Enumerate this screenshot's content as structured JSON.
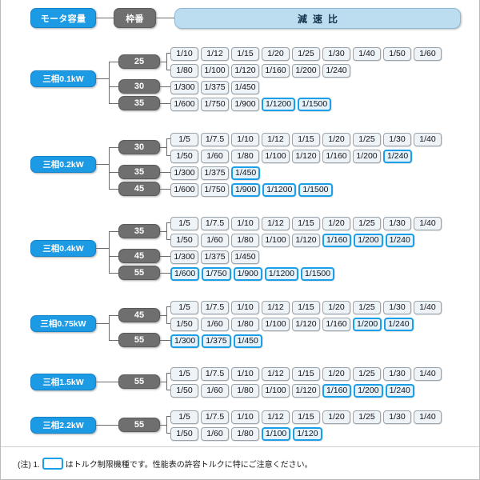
{
  "header": {
    "motor_capacity_label": "モータ容量",
    "frame_number_label": "枠番",
    "reduction_ratio_label": "減速比"
  },
  "footnote": {
    "prefix": "(注) 1.",
    "text": "はトルク制限機種です。性能表の許容トルクに特にご注意ください。"
  },
  "colors": {
    "motor_pill": "#1c9ae4",
    "frame_box": "#6f6f6f",
    "ratio_header": "#bcdcf0",
    "highlight_border": "#1b9fe8",
    "ratio_fill": "#eef3f7"
  },
  "groups": [
    {
      "motor": "三相0.1kW",
      "frames": [
        {
          "frame": "25",
          "rows": [
            {
              "ratios": [
                {
                  "label": "1/10",
                  "highlight": false
                },
                {
                  "label": "1/12",
                  "highlight": false
                },
                {
                  "label": "1/15",
                  "highlight": false
                },
                {
                  "label": "1/20",
                  "highlight": false
                },
                {
                  "label": "1/25",
                  "highlight": false
                },
                {
                  "label": "1/30",
                  "highlight": false
                },
                {
                  "label": "1/40",
                  "highlight": false
                },
                {
                  "label": "1/50",
                  "highlight": false
                },
                {
                  "label": "1/60",
                  "highlight": false
                }
              ]
            },
            {
              "ratios": [
                {
                  "label": "1/80",
                  "highlight": false
                },
                {
                  "label": "1/100",
                  "highlight": false
                },
                {
                  "label": "1/120",
                  "highlight": false
                },
                {
                  "label": "1/160",
                  "highlight": false
                },
                {
                  "label": "1/200",
                  "highlight": false
                },
                {
                  "label": "1/240",
                  "highlight": false
                }
              ]
            }
          ]
        },
        {
          "frame": "30",
          "rows": [
            {
              "ratios": [
                {
                  "label": "1/300",
                  "highlight": false
                },
                {
                  "label": "1/375",
                  "highlight": false
                },
                {
                  "label": "1/450",
                  "highlight": false
                }
              ]
            }
          ]
        },
        {
          "frame": "35",
          "rows": [
            {
              "ratios": [
                {
                  "label": "1/600",
                  "highlight": false
                },
                {
                  "label": "1/750",
                  "highlight": false
                },
                {
                  "label": "1/900",
                  "highlight": false
                },
                {
                  "label": "1/1200",
                  "highlight": true
                },
                {
                  "label": "1/1500",
                  "highlight": true
                }
              ]
            }
          ]
        }
      ]
    },
    {
      "motor": "三相0.2kW",
      "frames": [
        {
          "frame": "30",
          "rows": [
            {
              "ratios": [
                {
                  "label": "1/5",
                  "highlight": false
                },
                {
                  "label": "1/7.5",
                  "highlight": false
                },
                {
                  "label": "1/10",
                  "highlight": false
                },
                {
                  "label": "1/12",
                  "highlight": false
                },
                {
                  "label": "1/15",
                  "highlight": false
                },
                {
                  "label": "1/20",
                  "highlight": false
                },
                {
                  "label": "1/25",
                  "highlight": false
                },
                {
                  "label": "1/30",
                  "highlight": false
                },
                {
                  "label": "1/40",
                  "highlight": false
                }
              ]
            },
            {
              "ratios": [
                {
                  "label": "1/50",
                  "highlight": false
                },
                {
                  "label": "1/60",
                  "highlight": false
                },
                {
                  "label": "1/80",
                  "highlight": false
                },
                {
                  "label": "1/100",
                  "highlight": false
                },
                {
                  "label": "1/120",
                  "highlight": false
                },
                {
                  "label": "1/160",
                  "highlight": false
                },
                {
                  "label": "1/200",
                  "highlight": false
                },
                {
                  "label": "1/240",
                  "highlight": true
                }
              ]
            }
          ]
        },
        {
          "frame": "35",
          "rows": [
            {
              "ratios": [
                {
                  "label": "1/300",
                  "highlight": false
                },
                {
                  "label": "1/375",
                  "highlight": false
                },
                {
                  "label": "1/450",
                  "highlight": true
                }
              ]
            }
          ]
        },
        {
          "frame": "45",
          "rows": [
            {
              "ratios": [
                {
                  "label": "1/600",
                  "highlight": false
                },
                {
                  "label": "1/750",
                  "highlight": false
                },
                {
                  "label": "1/900",
                  "highlight": true
                },
                {
                  "label": "1/1200",
                  "highlight": true
                },
                {
                  "label": "1/1500",
                  "highlight": true
                }
              ]
            }
          ]
        }
      ]
    },
    {
      "motor": "三相0.4kW",
      "frames": [
        {
          "frame": "35",
          "rows": [
            {
              "ratios": [
                {
                  "label": "1/5",
                  "highlight": false
                },
                {
                  "label": "1/7.5",
                  "highlight": false
                },
                {
                  "label": "1/10",
                  "highlight": false
                },
                {
                  "label": "1/12",
                  "highlight": false
                },
                {
                  "label": "1/15",
                  "highlight": false
                },
                {
                  "label": "1/20",
                  "highlight": false
                },
                {
                  "label": "1/25",
                  "highlight": false
                },
                {
                  "label": "1/30",
                  "highlight": false
                },
                {
                  "label": "1/40",
                  "highlight": false
                }
              ]
            },
            {
              "ratios": [
                {
                  "label": "1/50",
                  "highlight": false
                },
                {
                  "label": "1/60",
                  "highlight": false
                },
                {
                  "label": "1/80",
                  "highlight": false
                },
                {
                  "label": "1/100",
                  "highlight": false
                },
                {
                  "label": "1/120",
                  "highlight": false
                },
                {
                  "label": "1/160",
                  "highlight": true
                },
                {
                  "label": "1/200",
                  "highlight": true
                },
                {
                  "label": "1/240",
                  "highlight": true
                }
              ]
            }
          ]
        },
        {
          "frame": "45",
          "rows": [
            {
              "ratios": [
                {
                  "label": "1/300",
                  "highlight": false
                },
                {
                  "label": "1/375",
                  "highlight": false
                },
                {
                  "label": "1/450",
                  "highlight": false
                }
              ]
            }
          ]
        },
        {
          "frame": "55",
          "rows": [
            {
              "ratios": [
                {
                  "label": "1/600",
                  "highlight": true
                },
                {
                  "label": "1/750",
                  "highlight": true
                },
                {
                  "label": "1/900",
                  "highlight": true
                },
                {
                  "label": "1/1200",
                  "highlight": true
                },
                {
                  "label": "1/1500",
                  "highlight": true
                }
              ]
            }
          ]
        }
      ]
    },
    {
      "motor": "三相0.75kW",
      "frames": [
        {
          "frame": "45",
          "rows": [
            {
              "ratios": [
                {
                  "label": "1/5",
                  "highlight": false
                },
                {
                  "label": "1/7.5",
                  "highlight": false
                },
                {
                  "label": "1/10",
                  "highlight": false
                },
                {
                  "label": "1/12",
                  "highlight": false
                },
                {
                  "label": "1/15",
                  "highlight": false
                },
                {
                  "label": "1/20",
                  "highlight": false
                },
                {
                  "label": "1/25",
                  "highlight": false
                },
                {
                  "label": "1/30",
                  "highlight": false
                },
                {
                  "label": "1/40",
                  "highlight": false
                }
              ]
            },
            {
              "ratios": [
                {
                  "label": "1/50",
                  "highlight": false
                },
                {
                  "label": "1/60",
                  "highlight": false
                },
                {
                  "label": "1/80",
                  "highlight": false
                },
                {
                  "label": "1/100",
                  "highlight": false
                },
                {
                  "label": "1/120",
                  "highlight": false
                },
                {
                  "label": "1/160",
                  "highlight": false
                },
                {
                  "label": "1/200",
                  "highlight": true
                },
                {
                  "label": "1/240",
                  "highlight": true
                }
              ]
            }
          ]
        },
        {
          "frame": "55",
          "rows": [
            {
              "ratios": [
                {
                  "label": "1/300",
                  "highlight": true
                },
                {
                  "label": "1/375",
                  "highlight": true
                },
                {
                  "label": "1/450",
                  "highlight": true
                }
              ]
            }
          ]
        }
      ]
    },
    {
      "motor": "三相1.5kW",
      "frames": [
        {
          "frame": "55",
          "rows": [
            {
              "ratios": [
                {
                  "label": "1/5",
                  "highlight": false
                },
                {
                  "label": "1/7.5",
                  "highlight": false
                },
                {
                  "label": "1/10",
                  "highlight": false
                },
                {
                  "label": "1/12",
                  "highlight": false
                },
                {
                  "label": "1/15",
                  "highlight": false
                },
                {
                  "label": "1/20",
                  "highlight": false
                },
                {
                  "label": "1/25",
                  "highlight": false
                },
                {
                  "label": "1/30",
                  "highlight": false
                },
                {
                  "label": "1/40",
                  "highlight": false
                }
              ]
            },
            {
              "ratios": [
                {
                  "label": "1/50",
                  "highlight": false
                },
                {
                  "label": "1/60",
                  "highlight": false
                },
                {
                  "label": "1/80",
                  "highlight": false
                },
                {
                  "label": "1/100",
                  "highlight": false
                },
                {
                  "label": "1/120",
                  "highlight": false
                },
                {
                  "label": "1/160",
                  "highlight": true
                },
                {
                  "label": "1/200",
                  "highlight": true
                },
                {
                  "label": "1/240",
                  "highlight": true
                }
              ]
            }
          ]
        }
      ]
    },
    {
      "motor": "三相2.2kW",
      "frames": [
        {
          "frame": "55",
          "rows": [
            {
              "ratios": [
                {
                  "label": "1/5",
                  "highlight": false
                },
                {
                  "label": "1/7.5",
                  "highlight": false
                },
                {
                  "label": "1/10",
                  "highlight": false
                },
                {
                  "label": "1/12",
                  "highlight": false
                },
                {
                  "label": "1/15",
                  "highlight": false
                },
                {
                  "label": "1/20",
                  "highlight": false
                },
                {
                  "label": "1/25",
                  "highlight": false
                },
                {
                  "label": "1/30",
                  "highlight": false
                },
                {
                  "label": "1/40",
                  "highlight": false
                }
              ]
            },
            {
              "ratios": [
                {
                  "label": "1/50",
                  "highlight": false
                },
                {
                  "label": "1/60",
                  "highlight": false
                },
                {
                  "label": "1/80",
                  "highlight": false
                },
                {
                  "label": "1/100",
                  "highlight": true
                },
                {
                  "label": "1/120",
                  "highlight": true
                }
              ]
            }
          ]
        }
      ]
    }
  ]
}
